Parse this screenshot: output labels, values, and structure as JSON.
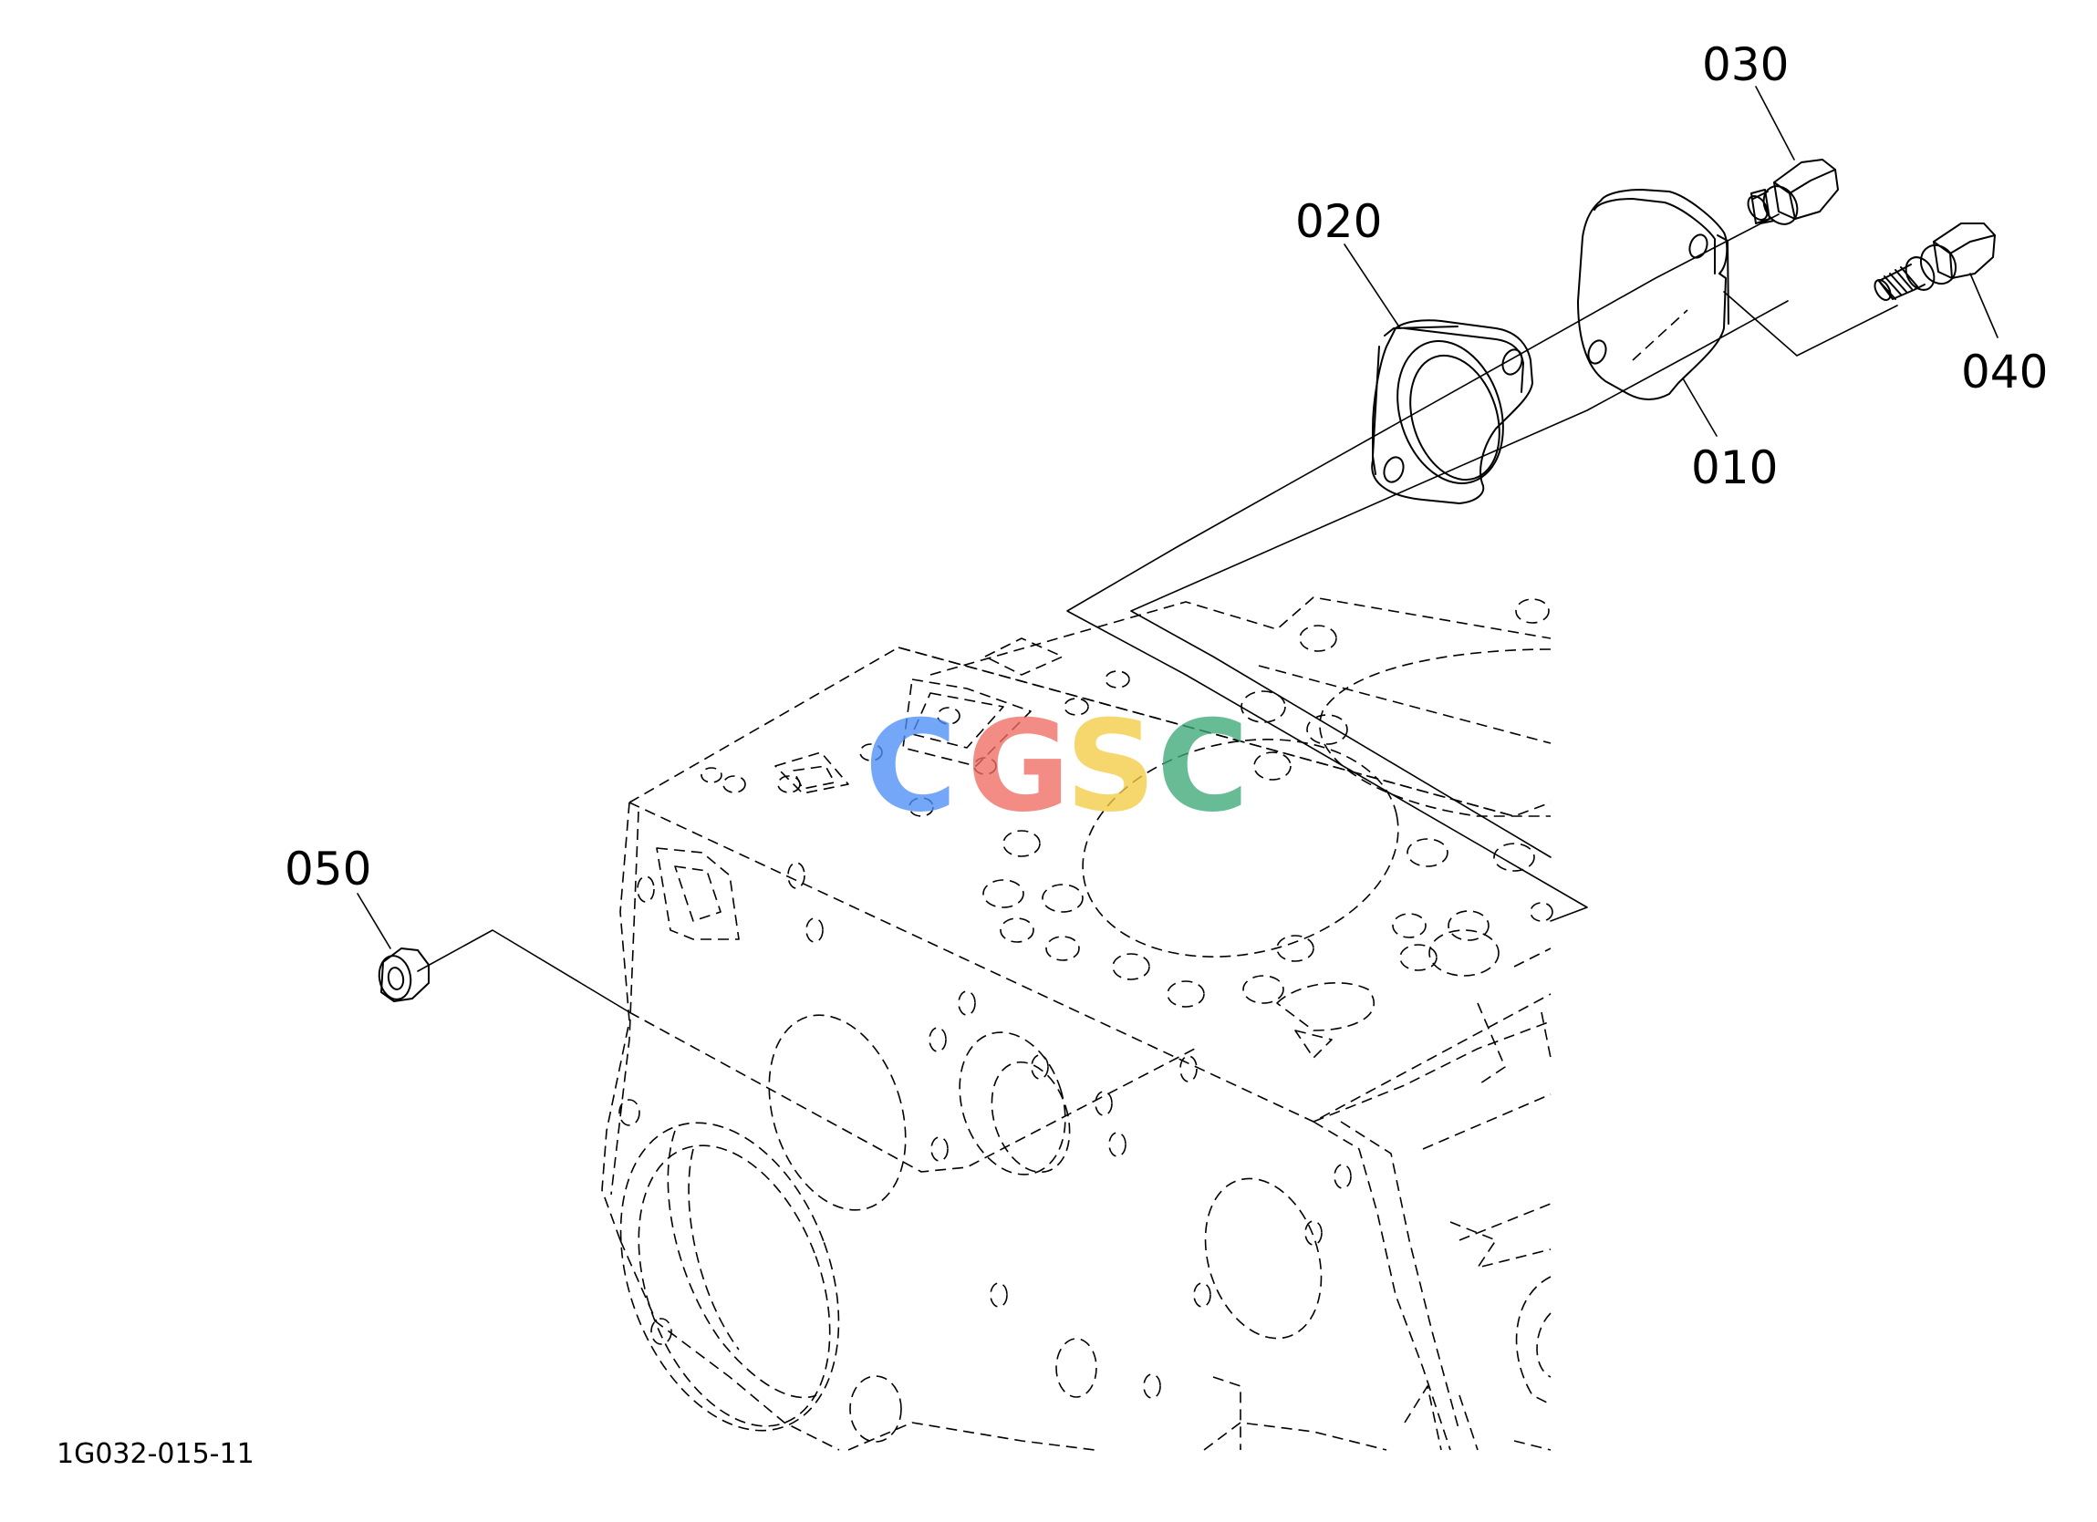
{
  "diagram": {
    "callouts": {
      "part_030": "030",
      "part_020": "020",
      "part_040": "040",
      "part_010": "010",
      "part_050": "050"
    },
    "drawing_number": "1G032-015-11",
    "watermark": {
      "text": "CGSC",
      "letters": [
        "C",
        "G",
        "S",
        "C"
      ],
      "colors": [
        "#4f8ff7",
        "#ef6d63",
        "#f4cd45",
        "#3daa78"
      ]
    }
  }
}
